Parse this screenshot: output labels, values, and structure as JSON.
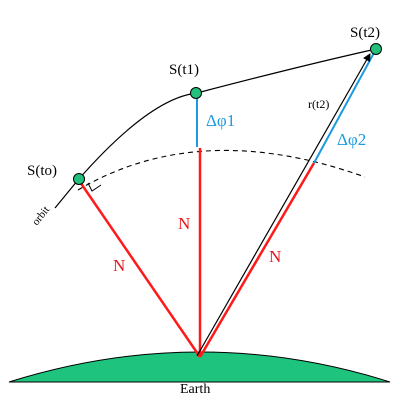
{
  "labels": {
    "s_t0": "S(to)",
    "s_t1": "S(t1)",
    "s_t2": "S(t2)",
    "n_left": "N",
    "n_mid": "N",
    "n_right": "N",
    "delta_phi1": "Δφ1",
    "delta_phi2": "Δφ2",
    "r_t2": "r(t2)",
    "orbit": "orbit",
    "earth": "Earth"
  },
  "colors": {
    "n_line": "#ff1a1a",
    "n_text": "#e8141c",
    "delta_line": "#1a9be0",
    "delta_text": "#1a9be0",
    "satellite": "#22c07a",
    "earth": "#1ec37e",
    "ink": "#000000"
  }
}
